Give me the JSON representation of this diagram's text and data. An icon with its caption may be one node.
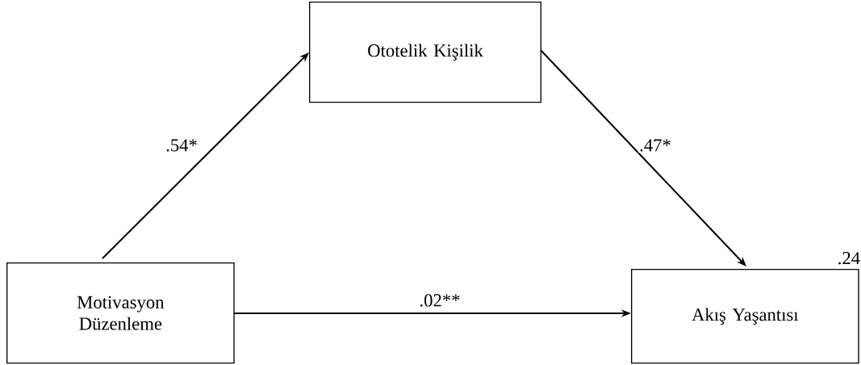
{
  "diagram": {
    "nodes": [
      {
        "text": [
          "Motivasyon Düzenleme"
        ]
      },
      {
        "text": [
          "Ototelik Kişilik"
        ]
      },
      {
        "text": [
          "Akış Yaşantısı"
        ],
        "beside": [
          ".24"
        ]
      }
    ],
    "edges": [
      {
        "from": 0,
        "to": 1,
        "arrow": "to",
        "label": ".54*"
      },
      {
        "from": 1,
        "to": 2,
        "arrow": "to",
        "label": ".47*"
      },
      {
        "from": 0,
        "to": 2,
        "arrow": "to",
        "label": ".02**"
      }
    ]
  }
}
